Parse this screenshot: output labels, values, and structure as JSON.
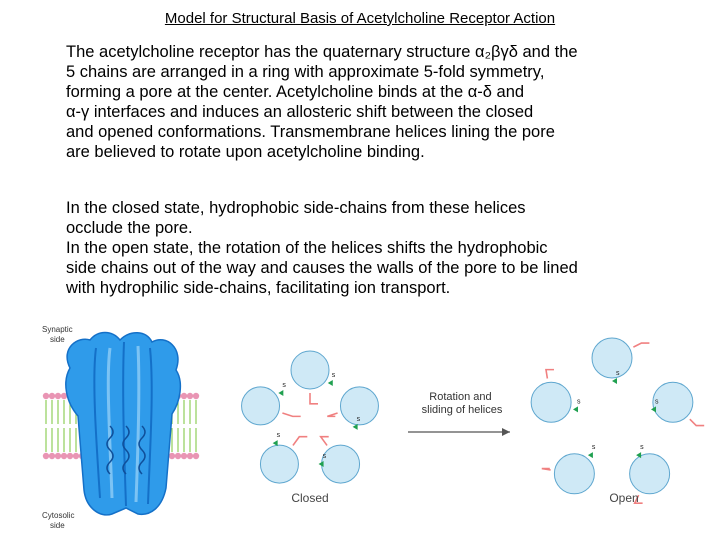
{
  "title": "Model for Structural Basis of Acetylcholine Receptor Action",
  "paragraph1": [
    "The acetylcholine receptor has the quaternary structure α₂βγδ and the",
    "5 chains are arranged in a ring with approximate 5-fold symmetry,",
    "forming a pore at the center. Acetylcholine binds at the α-δ and",
    "α-γ interfaces and induces an allosteric shift between the closed",
    "and opened conformations. Transmembrane helices lining the pore",
    "are believed to rotate upon acetylcholine binding."
  ],
  "paragraph2": [
    "In the closed state, hydrophobic side-chains from these helices",
    "occlude the pore.",
    "In the open state, the rotation of the helices shifts the hydrophobic",
    "side chains out of the way and causes the walls of the pore to be lined",
    "with hydrophilic side-chains, facilitating ion transport."
  ],
  "figure": {
    "synaptic_label": [
      "Synaptic",
      "side"
    ],
    "cytosolic_label": [
      "Cytosolic",
      "side"
    ],
    "arrow_label": [
      "Rotation and",
      "sliding of helices"
    ],
    "closed_label": "Closed",
    "open_label": "Open",
    "hydrophilic_marker": "s",
    "colors": {
      "receptor": "#2f9bea",
      "receptor_dark": "#1470c8",
      "membrane": "#e995b4",
      "lipid_tail": "#8fcf5a",
      "helix_fill": "#cfe9f6",
      "helix_stroke": "#5fa7cf",
      "side_chain": "#f08080",
      "triangle": "#20a050"
    }
  }
}
